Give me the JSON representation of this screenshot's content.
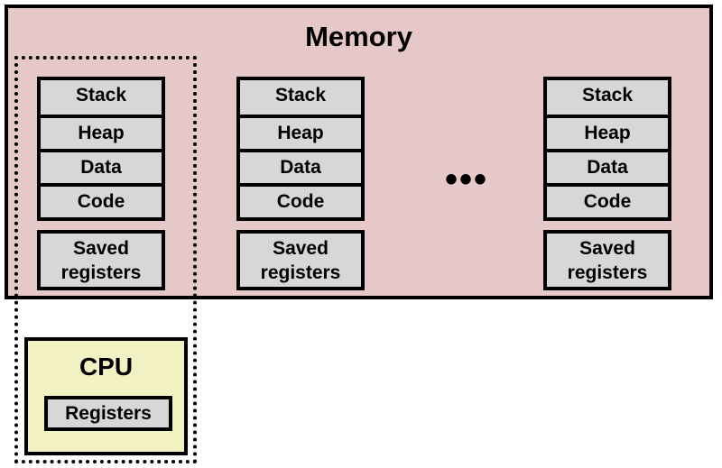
{
  "diagram": {
    "title": "Memory",
    "colors": {
      "memory_fill": "#e6c8c8",
      "segment_fill": "#d7d7d7",
      "cpu_fill": "#f2f1c4",
      "stroke": "#000000",
      "page_background": "#ffffff"
    },
    "memory": {
      "label": "Memory",
      "processes": [
        {
          "segments": [
            {
              "label": "Stack"
            },
            {
              "label": "Heap"
            },
            {
              "label": "Data"
            },
            {
              "label": "Code"
            }
          ],
          "saved_registers": {
            "line1": "Saved",
            "line2": "registers"
          }
        },
        {
          "segments": [
            {
              "label": "Stack"
            },
            {
              "label": "Heap"
            },
            {
              "label": "Data"
            },
            {
              "label": "Code"
            }
          ],
          "saved_registers": {
            "line1": "Saved",
            "line2": "registers"
          }
        },
        {
          "segments": [
            {
              "label": "Stack"
            },
            {
              "label": "Heap"
            },
            {
              "label": "Data"
            },
            {
              "label": "Code"
            }
          ],
          "saved_registers": {
            "line1": "Saved",
            "line2": "registers"
          }
        }
      ],
      "continuation": "•••"
    },
    "cpu": {
      "label": "CPU",
      "registers_label": "Registers"
    }
  }
}
